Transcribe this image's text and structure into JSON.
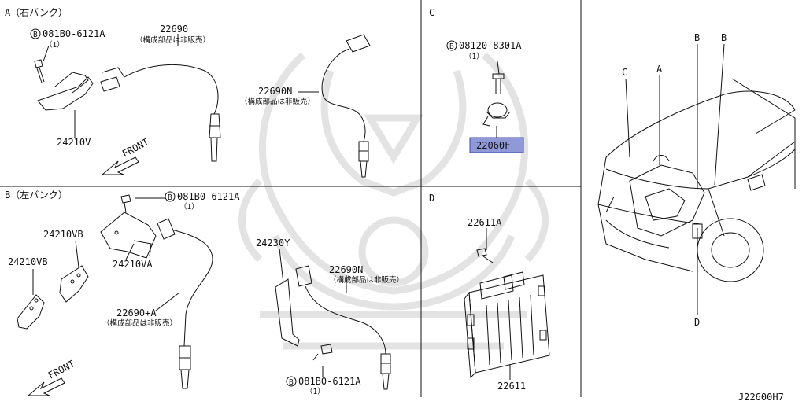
{
  "sections": {
    "a": "A（右バンク）",
    "b": "B（左バンク）",
    "c": "C",
    "d": "D"
  },
  "front_label": "FRONT",
  "parts": {
    "a_bolt_ref": "081B0-6121A",
    "a_bolt_qty": "（1）",
    "a_sensor": "22690",
    "a_sensor_note": "（構成部品は非販売）",
    "a_sensor_n": "22690N",
    "a_sensor_n_note": "（構成部品は非販売）",
    "a_bracket": "24210V",
    "b_bolt_ref": "081B0-6121A",
    "b_bolt_qty": "（1）",
    "b_bracket_vb_1": "24210VB",
    "b_bracket_vb_2": "24210VB",
    "b_bracket_va": "24210VA",
    "b_sensor": "22690+A",
    "b_sensor_note": "（構成部品は非販売）",
    "b_clip": "24230Y",
    "b_sensor_n": "22690N",
    "b_sensor_n_note": "（構成部品は非販売）",
    "b_bolt2_ref": "081B0-6121A",
    "b_bolt2_qty": "（1）",
    "c_bolt_ref": "08120-8301A",
    "c_bolt_qty": "（1）",
    "c_knock_sensor": "22060F",
    "d_screw": "22611A",
    "d_ecm": "22611"
  },
  "bolt_symbol": "B",
  "vehicle_callouts": {
    "c": "C",
    "a": "A",
    "b1": "B",
    "b2": "B",
    "d": "D"
  },
  "diagram_id": "J22600H7",
  "colors": {
    "highlight": "#8f99d8",
    "line": "#111111",
    "watermark": "#e6e6e6"
  }
}
